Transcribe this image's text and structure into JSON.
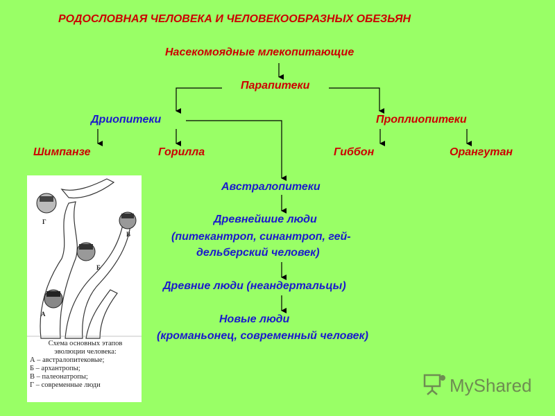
{
  "title": "РОДОСЛОВНАЯ ЧЕЛОВЕКА И ЧЕЛОВЕКООБРАЗНЫХ ОБЕЗЬЯН",
  "nodes": {
    "insectivores": "Насекомоядные млекопитающие",
    "parapithecus": "Парапитеки",
    "dryopithecus": "Дриопитеки",
    "propliopithecus": "Проплиопитеки",
    "chimpanzee": "Шимпанзе",
    "gorilla": "Горилла",
    "gibbon": "Гиббон",
    "orangutan": "Орангутан",
    "australopithecus": "Австралопитеки",
    "ancient_people": {
      "line1": "Древнейшие люди",
      "line2": "(питекантроп, синантроп, гей-",
      "line3": "дельберский человек)"
    },
    "old_people": "Древние люди (неандертальцы)",
    "new_people": {
      "line1": "Новые люди",
      "line2": "(кроманьонец, современный человек)"
    }
  },
  "illustration": {
    "labels": [
      "Г",
      "В",
      "Б",
      "А"
    ],
    "caption": {
      "title_line1": "Схема основных этапов",
      "title_line2": "эволюции человека:",
      "items": [
        "А – австралопитековые;",
        "Б – архантропы;",
        "В – палеонатропы;",
        "Г – современные люди"
      ]
    }
  },
  "watermark": {
    "text": "MyShared"
  },
  "colors": {
    "background": "#99ff66",
    "red_text": "#cc0000",
    "blue_text": "#1a1acc",
    "arrow": "#000000"
  }
}
